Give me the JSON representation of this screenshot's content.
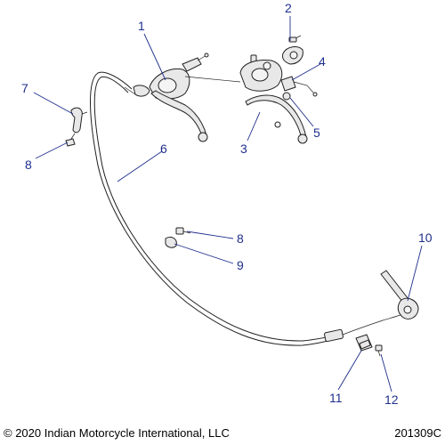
{
  "callouts": [
    {
      "id": "1",
      "label": "1"
    },
    {
      "id": "2",
      "label": "2"
    },
    {
      "id": "3",
      "label": "3"
    },
    {
      "id": "4",
      "label": "4"
    },
    {
      "id": "5",
      "label": "5"
    },
    {
      "id": "6",
      "label": "6"
    },
    {
      "id": "7",
      "label": "7"
    },
    {
      "id": "8a",
      "label": "8"
    },
    {
      "id": "8b",
      "label": "8"
    },
    {
      "id": "9",
      "label": "9"
    },
    {
      "id": "10",
      "label": "10"
    },
    {
      "id": "11",
      "label": "11"
    },
    {
      "id": "12",
      "label": "12"
    }
  ],
  "footer": {
    "copyright": "© 2020 Indian Motorcycle International, LLC",
    "drawing_id": "201309C"
  },
  "colors": {
    "callout": "#1f2f8c",
    "line": "#222222",
    "part_fill": "#e8e8e8"
  }
}
